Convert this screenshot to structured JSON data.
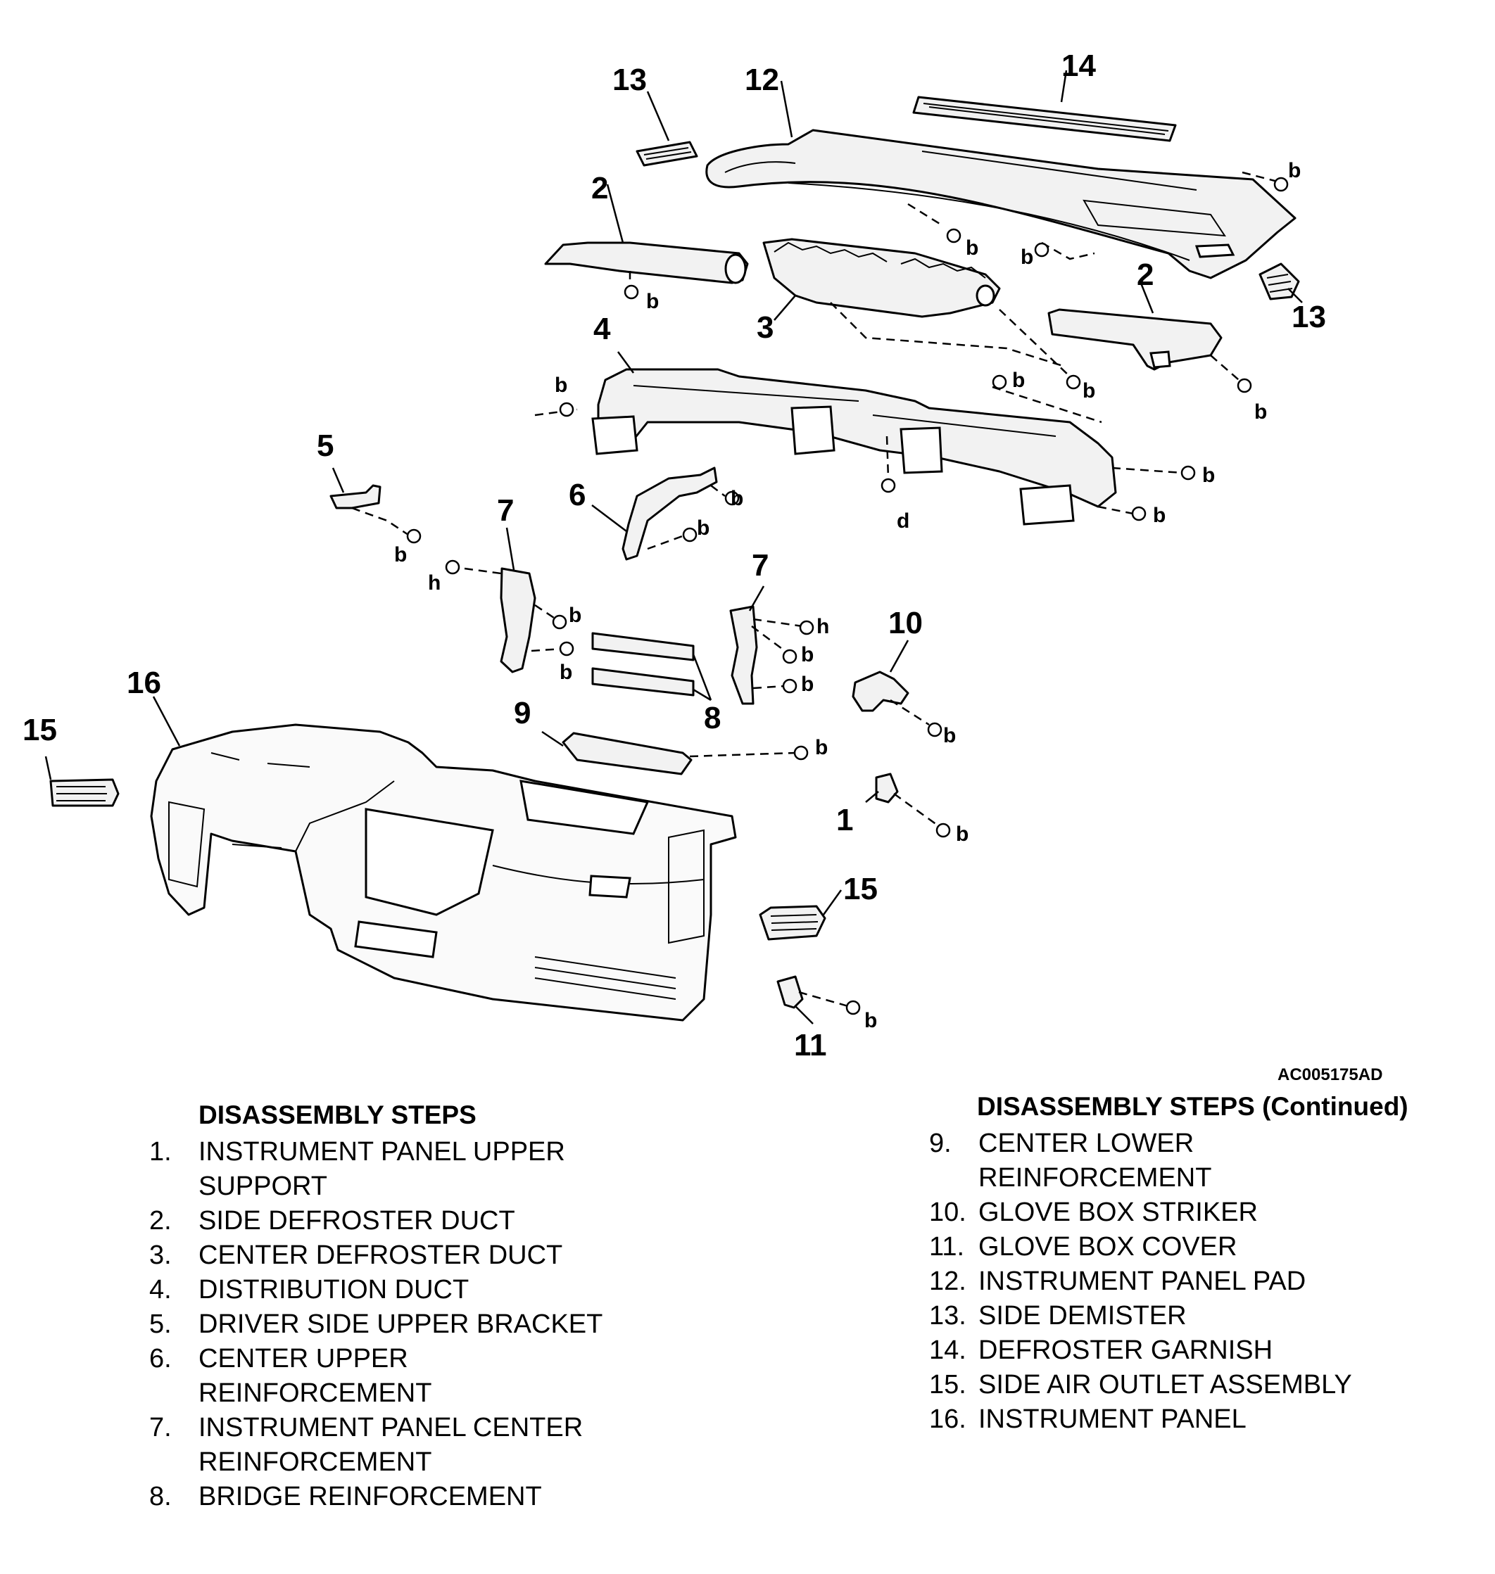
{
  "diagram": {
    "figure_code": "AC005175AD",
    "callouts": {
      "c1": "1",
      "c2a": "2",
      "c2b": "2",
      "c3": "3",
      "c4": "4",
      "c5": "5",
      "c6": "6",
      "c7a": "7",
      "c7b": "7",
      "c8": "8",
      "c9": "9",
      "c10": "10",
      "c11": "11",
      "c12": "12",
      "c13a": "13",
      "c13b": "13",
      "c14": "14",
      "c15a": "15",
      "c15b": "15",
      "c16": "16"
    },
    "fasteners": {
      "b": "b",
      "d": "d",
      "h": "h"
    }
  },
  "steps_left": {
    "heading": "DISASSEMBLY STEPS",
    "items": [
      {
        "num": "1.",
        "text": "INSTRUMENT PANEL UPPER\nSUPPORT"
      },
      {
        "num": "2.",
        "text": "SIDE DEFROSTER DUCT"
      },
      {
        "num": "3.",
        "text": "CENTER DEFROSTER DUCT"
      },
      {
        "num": "4.",
        "text": "DISTRIBUTION DUCT"
      },
      {
        "num": "5.",
        "text": "DRIVER SIDE UPPER BRACKET"
      },
      {
        "num": "6.",
        "text": "CENTER UPPER\nREINFORCEMENT"
      },
      {
        "num": "7.",
        "text": "INSTRUMENT PANEL CENTER\nREINFORCEMENT"
      },
      {
        "num": "8.",
        "text": "BRIDGE REINFORCEMENT"
      }
    ]
  },
  "steps_right": {
    "heading": "DISASSEMBLY STEPS (Continued)",
    "items": [
      {
        "num": "9.",
        "text": "CENTER LOWER\nREINFORCEMENT"
      },
      {
        "num": "10.",
        "text": "GLOVE BOX STRIKER"
      },
      {
        "num": "11.",
        "text": "GLOVE BOX COVER"
      },
      {
        "num": "12.",
        "text": "INSTRUMENT PANEL PAD"
      },
      {
        "num": "13.",
        "text": "SIDE DEMISTER"
      },
      {
        "num": "14.",
        "text": "DEFROSTER GARNISH"
      },
      {
        "num": "15.",
        "text": "SIDE AIR OUTLET ASSEMBLY"
      },
      {
        "num": "16.",
        "text": "INSTRUMENT PANEL"
      }
    ]
  }
}
